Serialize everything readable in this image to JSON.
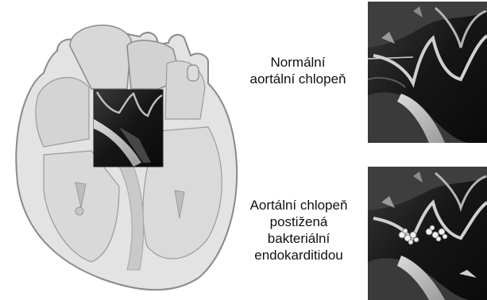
{
  "labels": {
    "normal": [
      "Normální",
      "aortální chlopeň"
    ],
    "diseased": [
      "Aortální chlopeň",
      "postižená",
      "bakteriální",
      "endokarditidou"
    ]
  },
  "colors": {
    "heart_fill": "#e3e3e3",
    "heart_outline": "#8a8a8a",
    "heart_inner": "#cfcfcf",
    "dark_panel": "#1a1a1a",
    "valve_tissue": "#c8c8c8",
    "vegetation": "#f2f2f2"
  }
}
